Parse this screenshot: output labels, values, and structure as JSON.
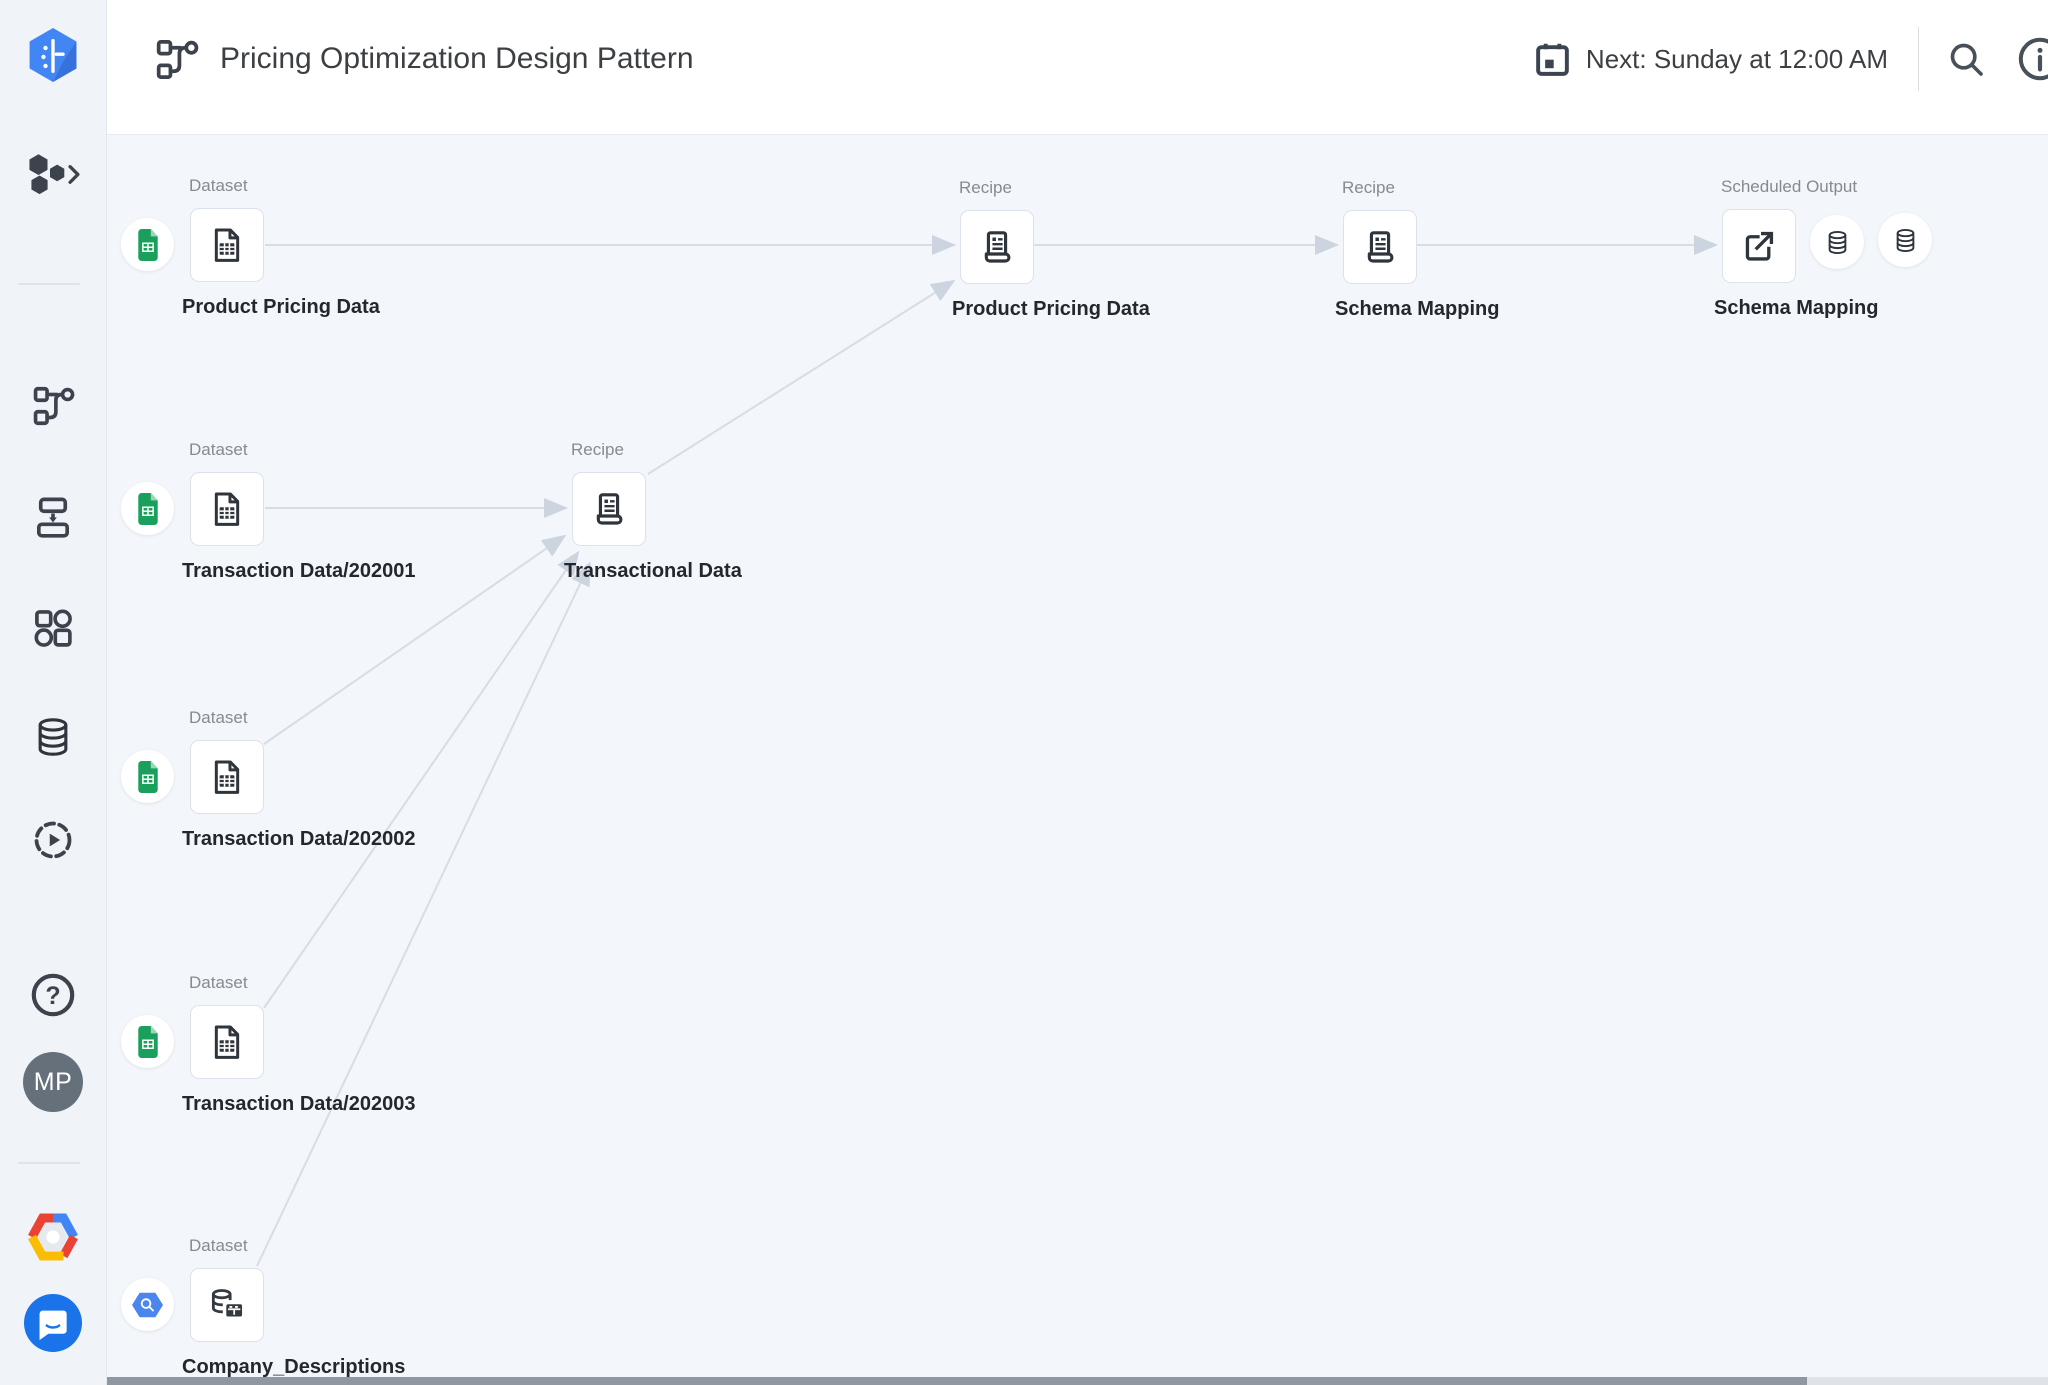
{
  "header": {
    "title": "Pricing Optimization Design Pattern",
    "schedule": "Next: Sunday at 12:00 AM"
  },
  "sidebar": {
    "user_initials": "MP",
    "items": [
      "dataprep-logo",
      "projects-switcher",
      "flows",
      "plans",
      "library",
      "connections",
      "job-history",
      "help",
      "user-avatar",
      "google-cloud-logo",
      "support-chat"
    ]
  },
  "icons": {
    "help_glyph": "?"
  },
  "colors": {
    "canvas_bg": "#f3f6fa",
    "accent_blue": "#4285f4",
    "sheets_green": "#1aa05c",
    "bigquery_blue": "#4a86ee",
    "chat_blue": "#1a73e8",
    "edge_gray": "#d7dde6",
    "icon_dark": "#3d434c"
  },
  "flow": {
    "nodes": [
      {
        "type": "Dataset",
        "name": "Product Pricing Data",
        "source": "google-sheets"
      },
      {
        "type": "Recipe",
        "name": "Product Pricing Data"
      },
      {
        "type": "Recipe",
        "name": "Schema Mapping"
      },
      {
        "type": "Scheduled Output",
        "name": "Schema Mapping",
        "output_icons": [
          "database",
          "database"
        ]
      },
      {
        "type": "Dataset",
        "name": "Transaction Data/202001",
        "source": "google-sheets"
      },
      {
        "type": "Recipe",
        "name": "Transactional Data"
      },
      {
        "type": "Dataset",
        "name": "Transaction Data/202002",
        "source": "google-sheets"
      },
      {
        "type": "Dataset",
        "name": "Transaction Data/202003",
        "source": "google-sheets"
      },
      {
        "type": "Dataset",
        "name": "Company_Descriptions",
        "source": "bigquery"
      }
    ],
    "edges": [
      [
        "Product Pricing Data (dataset)",
        "Product Pricing Data (recipe)"
      ],
      [
        "Product Pricing Data (recipe)",
        "Schema Mapping (recipe)"
      ],
      [
        "Schema Mapping (recipe)",
        "Schema Mapping (scheduled output)"
      ],
      [
        "Transaction Data/202001",
        "Transactional Data (recipe)"
      ],
      [
        "Transactional Data (recipe)",
        "Product Pricing Data (recipe)"
      ],
      [
        "Transaction Data/202002",
        "Transactional Data (recipe)"
      ],
      [
        "Transaction Data/202003",
        "Transactional Data (recipe)"
      ],
      [
        "Company_Descriptions",
        "Transactional Data (recipe)"
      ]
    ]
  }
}
